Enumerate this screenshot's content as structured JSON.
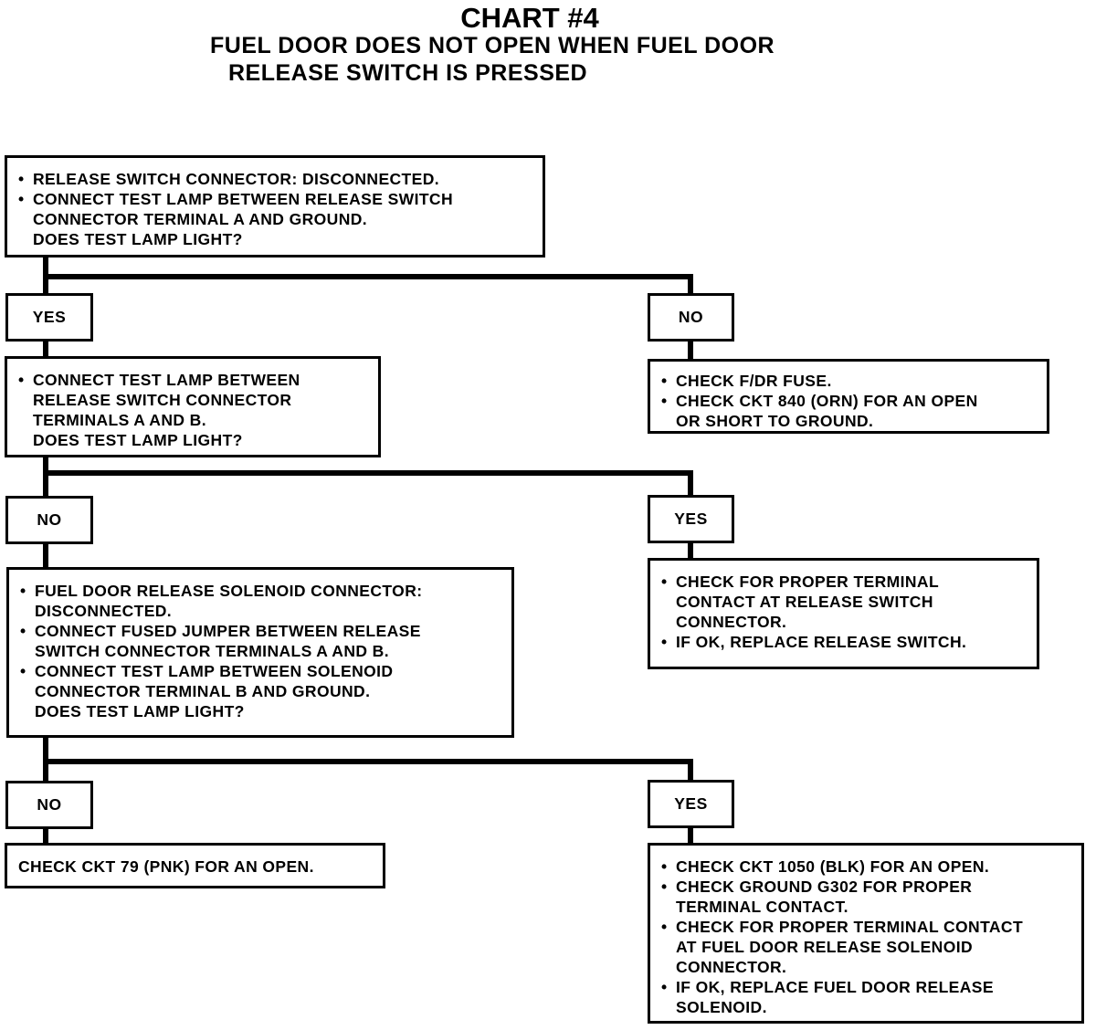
{
  "header": {
    "title": "CHART #4",
    "subtitle_line1": "FUEL DOOR DOES NOT OPEN WHEN FUEL DOOR",
    "subtitle_line2": "RELEASE SWITCH IS PRESSED"
  },
  "step1": {
    "items": [
      "RELEASE SWITCH CONNECTOR: DISCONNECTED.",
      "CONNECT TEST LAMP BETWEEN RELEASE SWITCH CONNECTOR TERMINAL A AND GROUND."
    ],
    "item2_line1": "CONNECT TEST LAMP BETWEEN RELEASE SWITCH",
    "item2_line2": "CONNECTOR TERMINAL A AND GROUND.",
    "question": "DOES TEST LAMP LIGHT?"
  },
  "step1_yes_label": "YES",
  "step1_no_label": "NO",
  "step1_no_result": {
    "item1": "CHECK F/DR FUSE.",
    "item2_line1": "CHECK CKT 840 (ORN) FOR AN OPEN",
    "item2_line2": "OR SHORT TO GROUND."
  },
  "step2": {
    "item1_line1": "CONNECT TEST LAMP BETWEEN",
    "item1_line2": "RELEASE SWITCH CONNECTOR",
    "item1_line3": "TERMINALS A AND B.",
    "question": "DOES TEST LAMP LIGHT?"
  },
  "step2_no_label": "NO",
  "step2_yes_label": "YES",
  "step2_yes_result": {
    "item1_line1": "CHECK FOR PROPER TERMINAL",
    "item1_line2": "CONTACT AT RELEASE SWITCH",
    "item1_line3": "CONNECTOR.",
    "item2": "IF OK, REPLACE RELEASE SWITCH."
  },
  "step3": {
    "item1_line1": "FUEL DOOR RELEASE SOLENOID CONNECTOR:",
    "item1_line2": "DISCONNECTED.",
    "item2_line1": "CONNECT FUSED JUMPER BETWEEN RELEASE",
    "item2_line2": "SWITCH CONNECTOR TERMINALS A AND B.",
    "item3_line1": "CONNECT TEST LAMP BETWEEN SOLENOID",
    "item3_line2": "CONNECTOR TERMINAL B AND GROUND.",
    "question": "DOES TEST LAMP LIGHT?"
  },
  "step3_no_label": "NO",
  "step3_yes_label": "YES",
  "step3_no_result": {
    "text": "CHECK CKT 79 (PNK) FOR AN OPEN."
  },
  "step3_yes_result": {
    "item1": "CHECK CKT 1050 (BLK) FOR AN OPEN.",
    "item2_line1": "CHECK GROUND G302 FOR PROPER",
    "item2_line2": "TERMINAL CONTACT.",
    "item3_line1": "CHECK FOR PROPER TERMINAL CONTACT",
    "item3_line2": "AT FUEL DOOR RELEASE SOLENOID",
    "item3_line3": "CONNECTOR.",
    "item4_line1": "IF OK, REPLACE FUEL DOOR RELEASE",
    "item4_line2": "SOLENOID."
  }
}
